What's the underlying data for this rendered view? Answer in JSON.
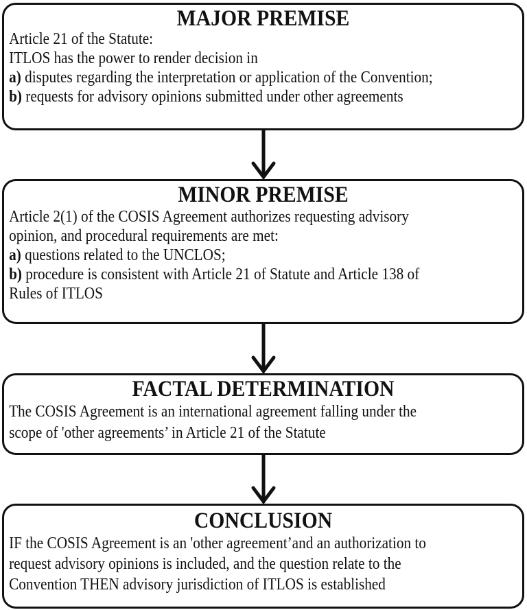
{
  "major_premise": {
    "title": "MAJOR PREMISE",
    "lines": [
      {
        "label": "",
        "text": "Article 21 of the Statute:"
      },
      {
        "label": "",
        "text": "ITLOS has the power to render decision in"
      },
      {
        "label": "a)",
        "text": " disputes regarding the interpretation or application of the Convention;"
      },
      {
        "label": "b)",
        "text": " requests for advisory opinions submitted under other agreements"
      }
    ]
  },
  "minor_premise": {
    "title": "MINOR PREMISE",
    "lines": [
      {
        "label": "",
        "text": "Article 2(1) of the COSIS Agreement authorizes requesting advisory"
      },
      {
        "label": "",
        "text": "opinion, and procedural requirements are met:"
      },
      {
        "label": "a)",
        "text": " questions related to the UNCLOS;"
      },
      {
        "label": "b)",
        "text": " procedure is consistent with Article 21 of Statute and Article 138 of"
      },
      {
        "label": "",
        "text": "Rules of ITLOS"
      }
    ]
  },
  "factual_determination": {
    "title": "FACTAL DETERMINATION",
    "lines": [
      {
        "text": "The COSIS Agreement is an international agreement falling under the"
      },
      {
        "text": "scope of 'other agreements’ in Article 21 of the Statute"
      }
    ]
  },
  "conclusion": {
    "title": "CONCLUSION",
    "lines": [
      {
        "text": "IF the COSIS Agreement is an 'other agreement’and an authorization to"
      },
      {
        "text": "request advisory opinions is included, and the question relate to the"
      },
      {
        "text": "Convention THEN advisory jurisdiction of ITLOS is established"
      }
    ]
  }
}
